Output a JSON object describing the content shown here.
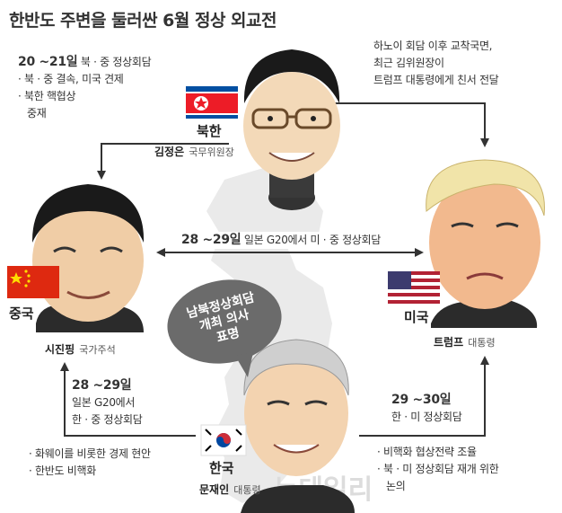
{
  "title": "한반도 주변을 둘러싼 6월 정상 외교전",
  "watermark": "뉴데일리",
  "north_korea": {
    "country": "북한",
    "leader_name": "김정은",
    "leader_title": "국무위원장",
    "flag_colors": {
      "blue": "#024FA2",
      "red": "#ED1C27",
      "white": "#FFFFFF"
    }
  },
  "china": {
    "country": "중국",
    "leader_name": "시진핑",
    "leader_title": "국가주석",
    "flag_colors": {
      "red": "#DE2910",
      "yellow": "#FFDE00"
    }
  },
  "usa": {
    "country": "미국",
    "leader_name": "트럼프",
    "leader_title": "대통령",
    "flag_colors": {
      "red": "#B22234",
      "blue": "#3C3B6E",
      "white": "#FFFFFF"
    }
  },
  "south_korea": {
    "country": "한국",
    "leader_name": "문재인",
    "leader_title": "대통령",
    "flag_colors": {
      "red": "#CD2E3A",
      "blue": "#0047A0",
      "black": "#000000"
    }
  },
  "events": {
    "nk_china": {
      "date": "20 ~21일",
      "label": "북 · 중 정상회담",
      "bullets": [
        "· 북 · 중 결속, 미국 견제",
        "· 북한 핵협상",
        "중재"
      ]
    },
    "nk_usa": {
      "lines": [
        "하노이 회담 이후 교착국면,",
        "최근 김위원장이",
        "트럼프 대통령에게 친서 전달"
      ]
    },
    "china_usa": {
      "date": "28 ~29일",
      "label": "일본 G20에서 미 · 중 정상회담"
    },
    "korea_china": {
      "date": "28 ~29일",
      "lines": [
        "일본 G20에서",
        "한 · 중 정상회담"
      ],
      "bullets": [
        "· 화웨이를 비롯한 경제 현안",
        "· 한반도 비핵화"
      ]
    },
    "korea_usa": {
      "date": "29 ~30일",
      "label": "한 · 미 정상회담",
      "bullets": [
        "· 비핵화 협상전략 조율",
        "· 북 · 미 정상회담 재개 위한",
        "논의"
      ]
    }
  },
  "bubble": {
    "lines": [
      "남북정상회담",
      "개최 의사",
      "표명"
    ],
    "color": "#6b6b6b"
  },
  "colors": {
    "arrow": "#333333",
    "map": "#e9e9e9",
    "text": "#333333"
  }
}
